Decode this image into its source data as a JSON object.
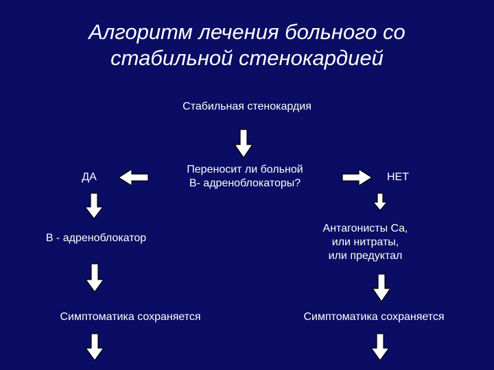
{
  "slide": {
    "title": "Алгоритм лечения больного со\nстабильной стенокардией"
  },
  "nodes": {
    "start": "Стабильная стенокардия",
    "question": "Переносит ли больной\nB- адреноблокаторы?",
    "yes": "ДА",
    "no": "НЕТ",
    "beta": "B - адреноблокатор",
    "antagonists": "Антагонисты Ca,\nили нитраты,\nили предуктал",
    "symptoms_left": "Симптоматика сохраняется",
    "symptoms_right": "Симптоматика сохраняется"
  },
  "colors": {
    "background": "#0a0d63",
    "text": "#ffffff",
    "arrow_fill": "#ffffff",
    "arrow_stroke": "#000000"
  }
}
